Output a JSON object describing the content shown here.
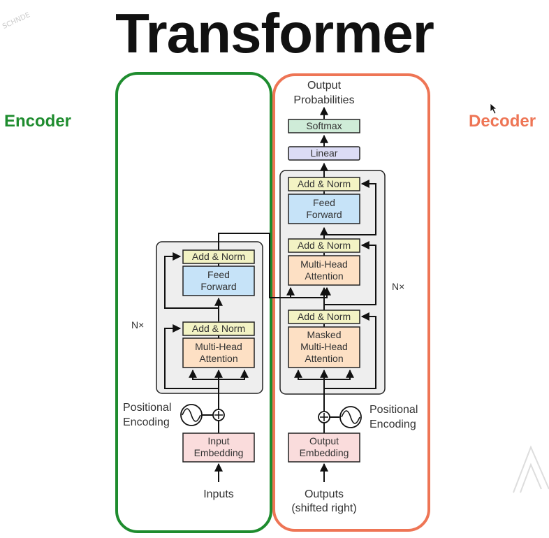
{
  "title": "Transformer",
  "encoder_label": "Encoder",
  "decoder_label": "Decoder",
  "watermark": "SCHNDE",
  "colors": {
    "encoder_frame": "#1e8c2e",
    "decoder_frame": "#ee7555",
    "add_norm_fill": "#f3f3c4",
    "feed_forward_fill": "#c6e3f8",
    "attention_fill": "#fde0c4",
    "embedding_fill": "#fadcdc",
    "linear_fill": "#dcdcf5",
    "softmax_fill": "#cfecd8",
    "stack_fill": "#eeeeee"
  },
  "encoder": {
    "add_norm_top": "Add & Norm",
    "feed_forward_1": "Feed",
    "feed_forward_2": "Forward",
    "add_norm_bottom": "Add & Norm",
    "attention_1": "Multi-Head",
    "attention_2": "Attention",
    "nx": "N×",
    "positional_1": "Positional",
    "positional_2": "Encoding",
    "embedding_1": "Input",
    "embedding_2": "Embedding",
    "inputs": "Inputs"
  },
  "decoder": {
    "output_probabilities_1": "Output",
    "output_probabilities_2": "Probabilities",
    "softmax": "Softmax",
    "linear": "Linear",
    "add_norm_top": "Add & Norm",
    "feed_forward_1": "Feed",
    "feed_forward_2": "Forward",
    "add_norm_middle": "Add & Norm",
    "attention_1": "Multi-Head",
    "attention_2": "Attention",
    "nx": "N×",
    "add_norm_bottom": "Add & Norm",
    "masked_1": "Masked",
    "masked_2": "Multi-Head",
    "masked_3": "Attention",
    "positional_1": "Positional",
    "positional_2": "Encoding",
    "embedding_1": "Output",
    "embedding_2": "Embedding",
    "outputs_1": "Outputs",
    "outputs_2": "(shifted right)"
  }
}
